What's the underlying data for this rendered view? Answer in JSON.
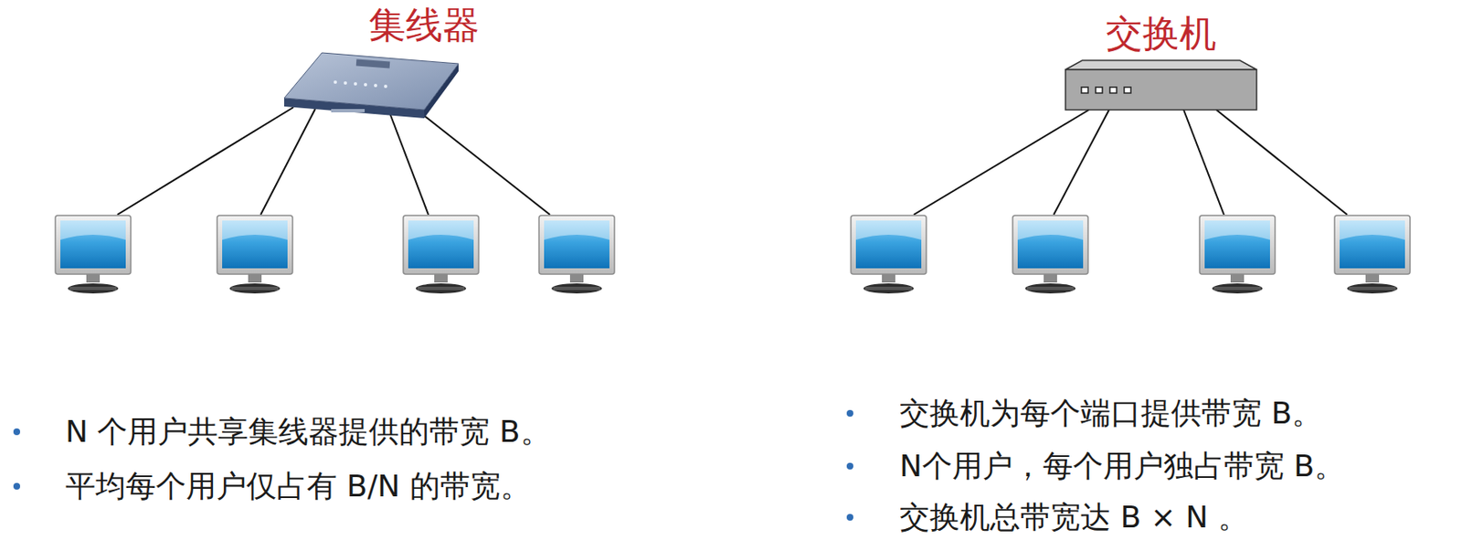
{
  "diagram": {
    "nodes": [
      {
        "text": [
          "集线器"
        ]
      },
      {
        "text": [
          "交换机"
        ]
      }
    ],
    "labels": [
      "N 个用户共享集线器提供的带宽 B。",
      "平均每个用户仅占有 B/N 的带宽。",
      "交换机为每个端口提供带宽 B。",
      "N个用户，每个用户独占带宽 B。",
      "交换机总带宽达 B × N 。"
    ]
  }
}
